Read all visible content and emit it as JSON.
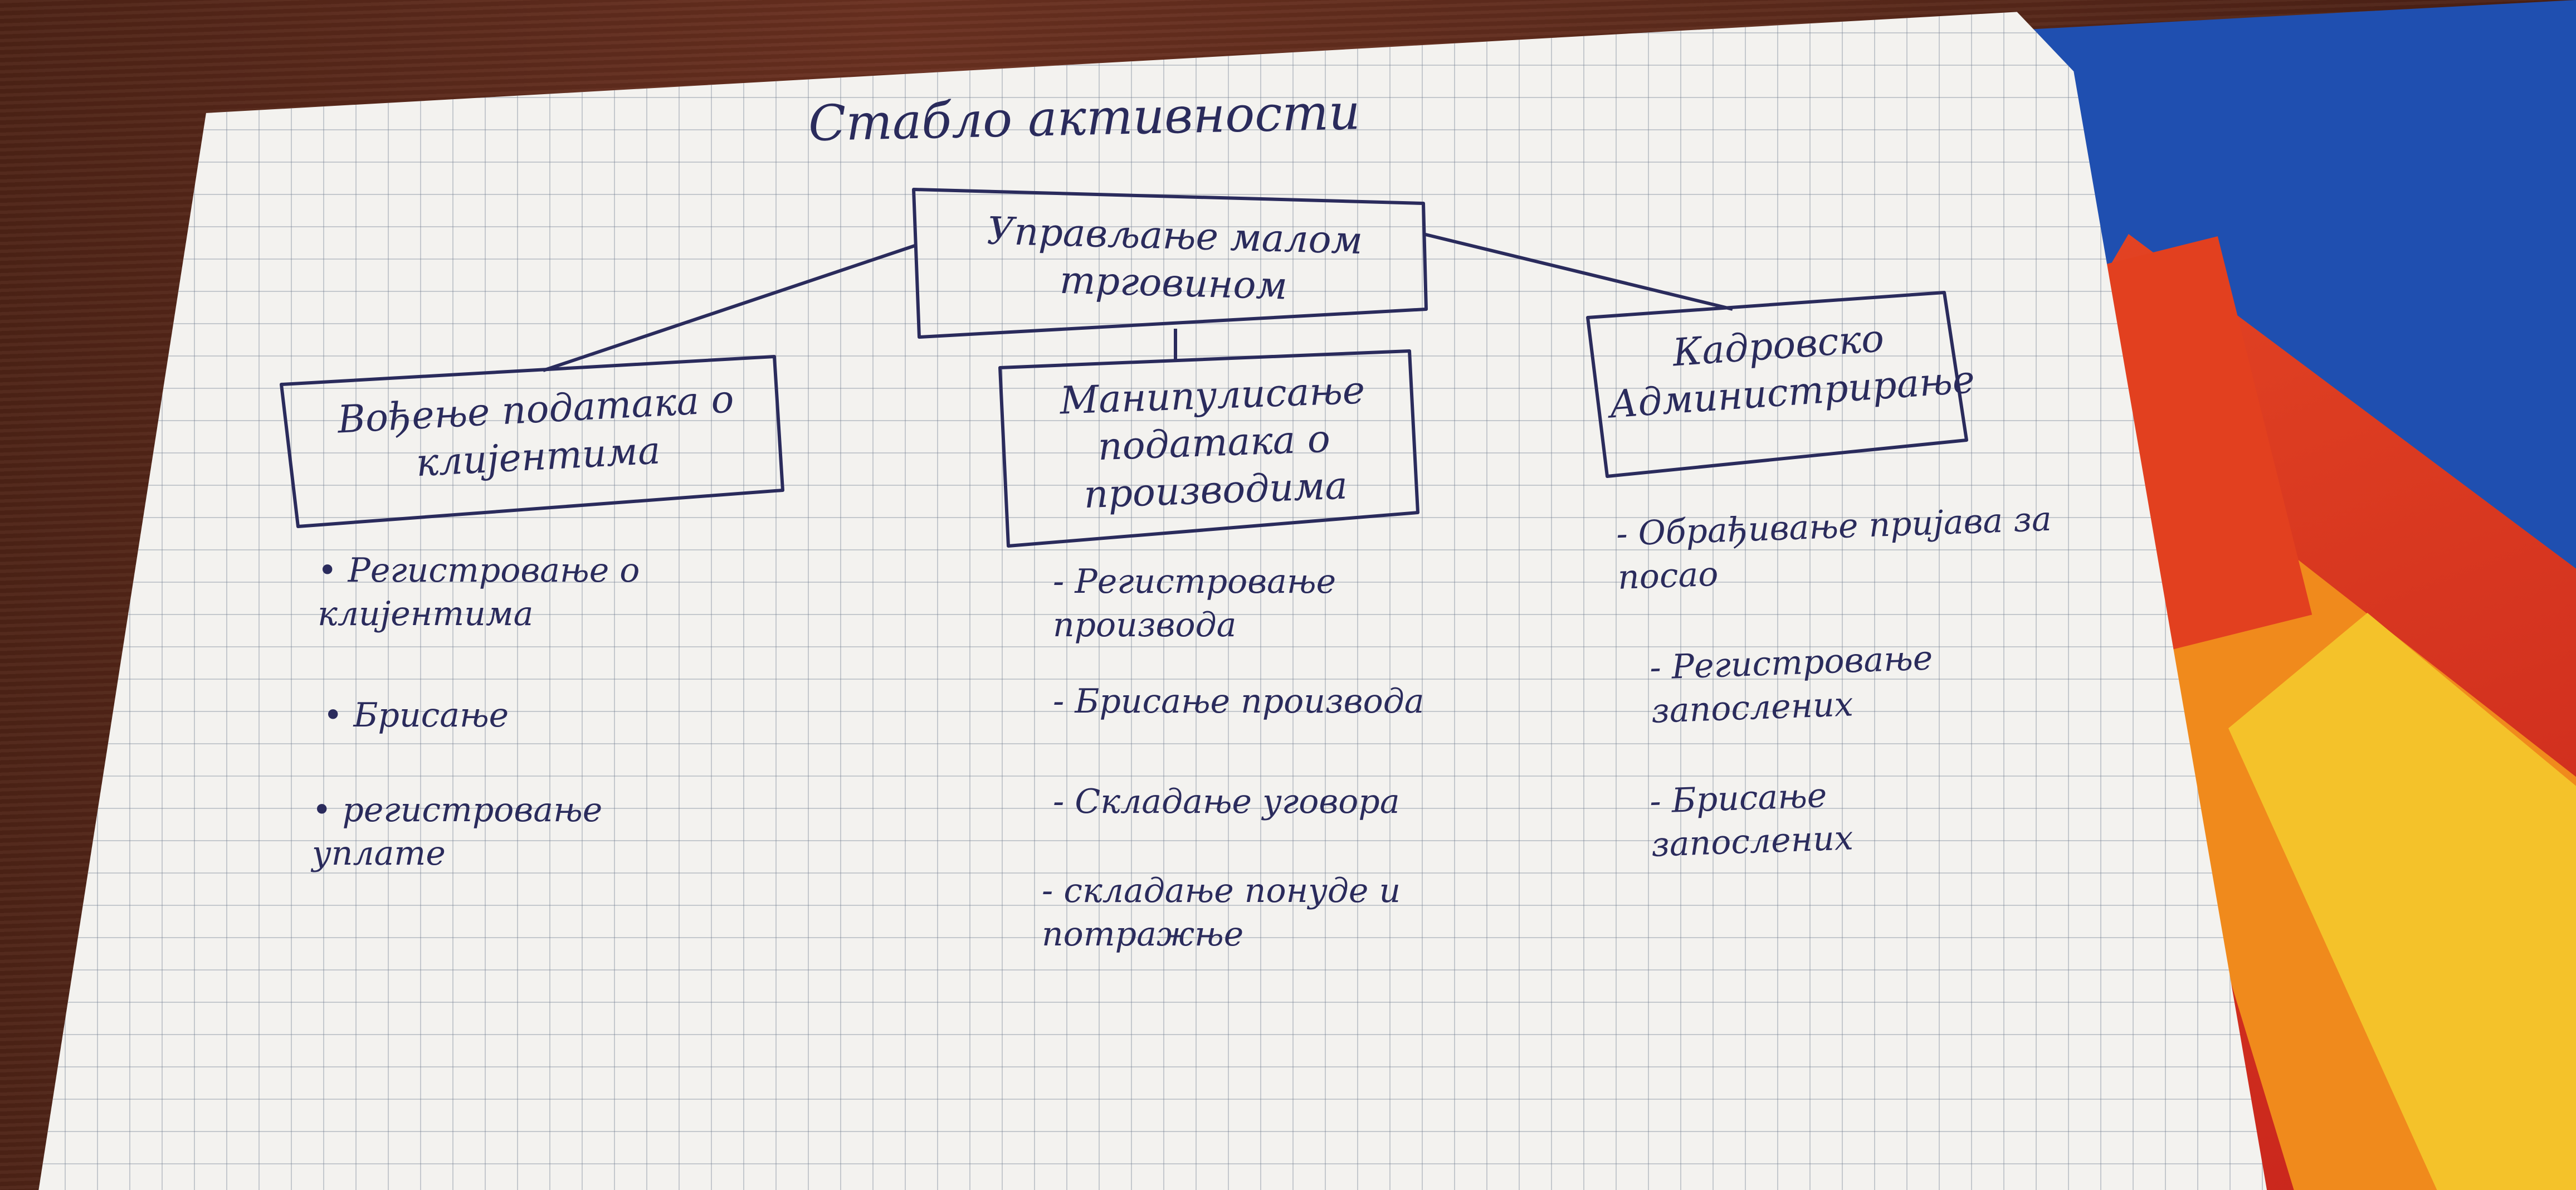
{
  "title": "Стабло активности",
  "root": {
    "text": "Управљање малом трговином"
  },
  "branches": [
    {
      "text": "Вођење података о клијентима",
      "items": [
        "• Регистровање о клијентима",
        "• Брисање",
        "• регистровање уплате"
      ]
    },
    {
      "text": "Манипулисање података о производима",
      "items": [
        "- Регистровање производа",
        "- Брисање производа",
        "- Складање уговора",
        "- складање понуде и потражње"
      ]
    },
    {
      "text": "Кадровско Администрирање",
      "items": [
        "- Обрађивање пријава за посао",
        "- Регистровање запослених",
        "- Брисање запослених"
      ]
    }
  ],
  "colors": {
    "ink": "#2a2b5c",
    "paper": "#f3f2ef"
  }
}
